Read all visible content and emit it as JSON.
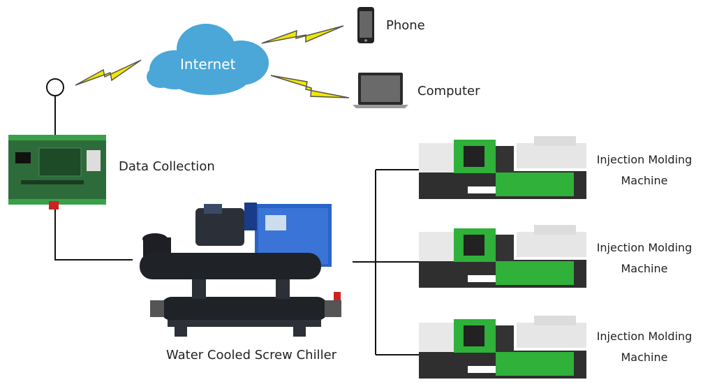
{
  "nodes": {
    "internet": "Internet",
    "phone": "Phone",
    "computer": "Computer",
    "data_collection": "Data Collection",
    "chiller": "Water Cooled Screw Chiller",
    "machines": [
      {
        "line1": "Injection Molding",
        "line2": "Machine"
      },
      {
        "line1": "Injection Molding",
        "line2": "Machine"
      },
      {
        "line1": "Injection Molding",
        "line2": "Machine"
      }
    ]
  },
  "colors": {
    "cloud": "#4aa7d8",
    "bolt": "#f2e600",
    "machine_green": "#2fb13a",
    "cabinet_blue": "#2a63c8",
    "board_green": "#2e6b3a"
  },
  "icons": [
    "cloud-icon",
    "lightning-icon",
    "phone-icon",
    "laptop-icon",
    "antenna-icon",
    "circuit-board-icon",
    "chiller-icon",
    "injection-machine-icon"
  ]
}
